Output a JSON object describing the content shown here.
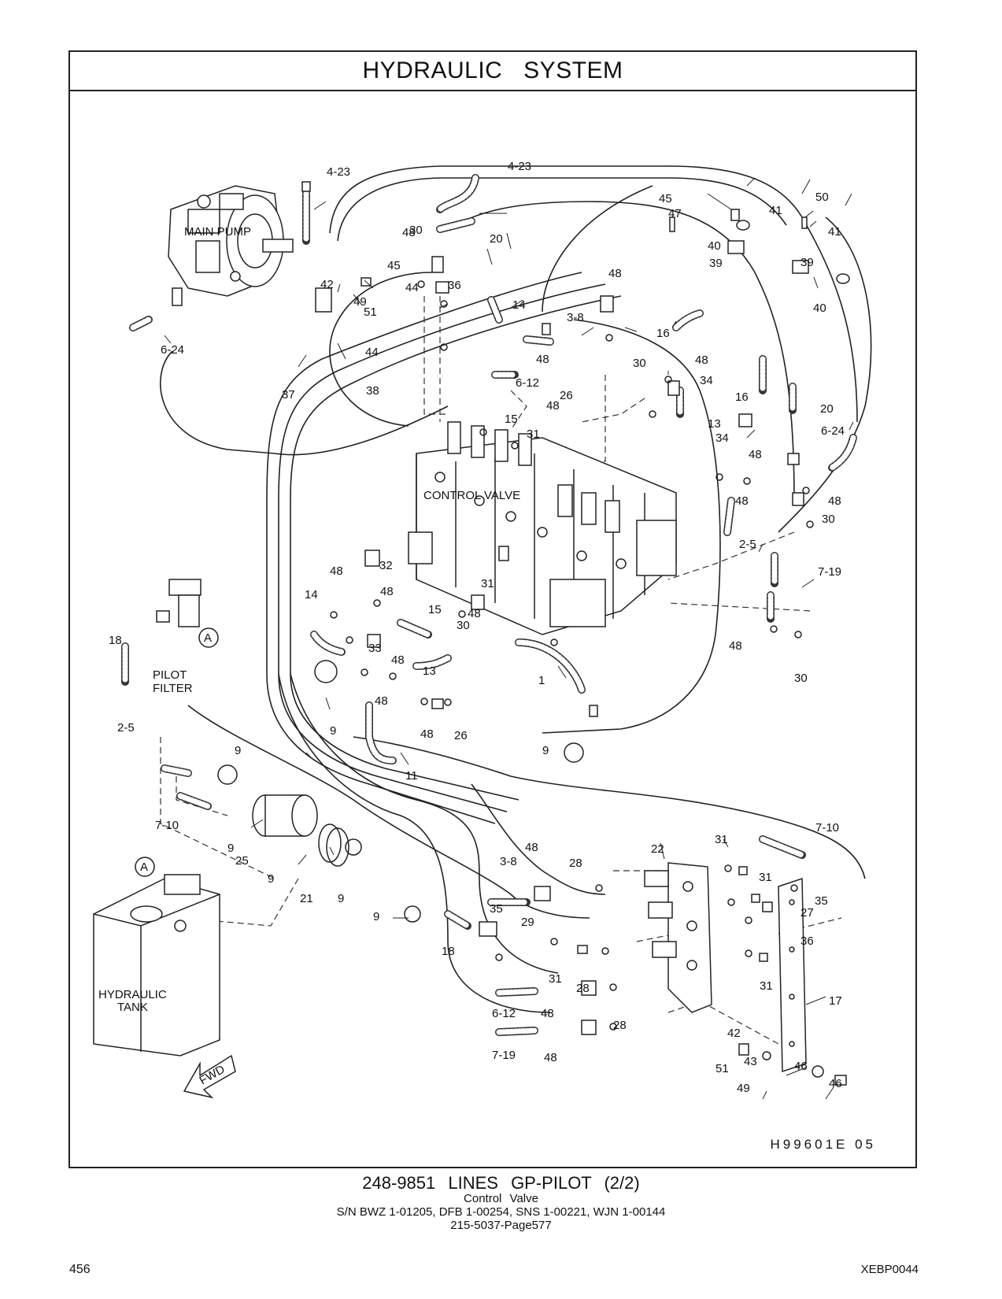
{
  "header": {
    "title": "HYDRAULIC   SYSTEM"
  },
  "diagram": {
    "components": {
      "main_pump": "MAIN  PUMP",
      "control_valve": "CONTROL  VALVE",
      "pilot_filter_1": "PILOT",
      "pilot_filter_2": "FILTER",
      "hydraulic_tank_1": "HYDRAULIC",
      "hydraulic_tank_2": "TANK",
      "fwd": "FWD",
      "ref_a": "A"
    },
    "callouts": [
      "1",
      "2-5",
      "3-8",
      "4-23",
      "6-12",
      "6-24",
      "7-10",
      "7-19",
      "9",
      "11",
      "13",
      "14",
      "15",
      "16",
      "17",
      "18",
      "20",
      "21",
      "22",
      "25",
      "26",
      "27",
      "28",
      "29",
      "30",
      "31",
      "32",
      "33",
      "34",
      "35",
      "36",
      "37",
      "38",
      "39",
      "40",
      "41",
      "42",
      "43",
      "44",
      "45",
      "46",
      "47",
      "48",
      "49",
      "50",
      "51"
    ],
    "image_code": "H99601E   05"
  },
  "footer": {
    "title": "248-9851  LINES  GP-PILOT (2/2)",
    "subtitle": "Control  Valve",
    "serials": "S/N BWZ 1-01205, DFB 1-00254, SNS 1-00221, WJN 1-00144",
    "page_ref": "215-5037-Page577",
    "page_number": "456",
    "doc_id": "XEBP0044"
  },
  "colors": {
    "ink": "#222222",
    "paper": "#ffffff"
  }
}
